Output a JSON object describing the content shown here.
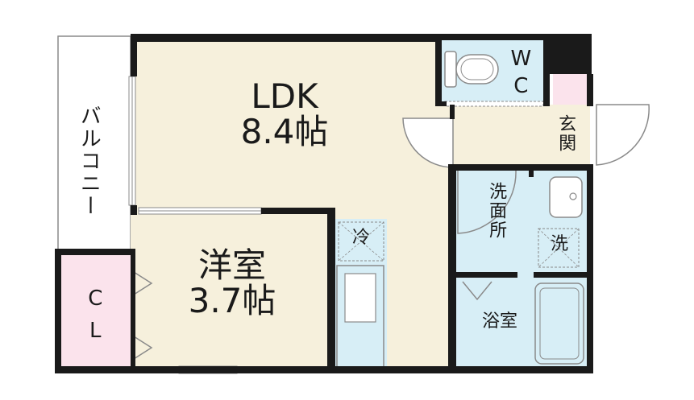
{
  "rooms": {
    "ldk": {
      "name": "LDK",
      "size": "8.4帖"
    },
    "western": {
      "name": "洋室",
      "size": "3.7帖"
    },
    "balcony": {
      "name": "バルコニー"
    },
    "closet": {
      "name": "CL"
    },
    "wc": {
      "name": "WC"
    },
    "entrance": {
      "name": "玄関"
    },
    "washroom": {
      "name": "洗面所"
    },
    "bath": {
      "name": "浴室"
    }
  },
  "fixtures": {
    "fridge": "冷",
    "washer": "洗"
  },
  "colors": {
    "floor_beige": "#f6f0dc",
    "wet_blue": "#d7eef6",
    "closet_pink": "#fbe3ec",
    "wall": "#1a1a1a",
    "line": "#8a8a8a"
  }
}
